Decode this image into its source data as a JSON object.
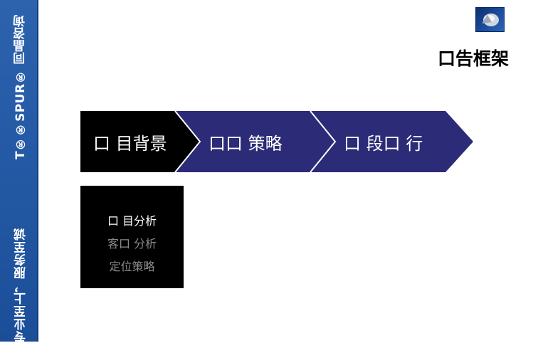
{
  "sidebar": {
    "brand": "T®®SPUR® 同晶咨询",
    "slogan": "专业至上，服务至诚",
    "color": "#245aa5"
  },
  "logo": {
    "icon": "company-emblem-icon"
  },
  "slide": {
    "title": "口告框架"
  },
  "flow": {
    "steps": [
      {
        "label": "口 目背景",
        "color": "#000000"
      },
      {
        "label": "口口 策略",
        "color": "#2b2b78"
      },
      {
        "label": "口 段口 行",
        "color": "#2b2b78"
      }
    ]
  },
  "submenu": {
    "items": [
      {
        "label": "口 目分析",
        "active": true
      },
      {
        "label": "客口 分析",
        "active": false
      },
      {
        "label": "定位策略",
        "active": false
      }
    ]
  }
}
